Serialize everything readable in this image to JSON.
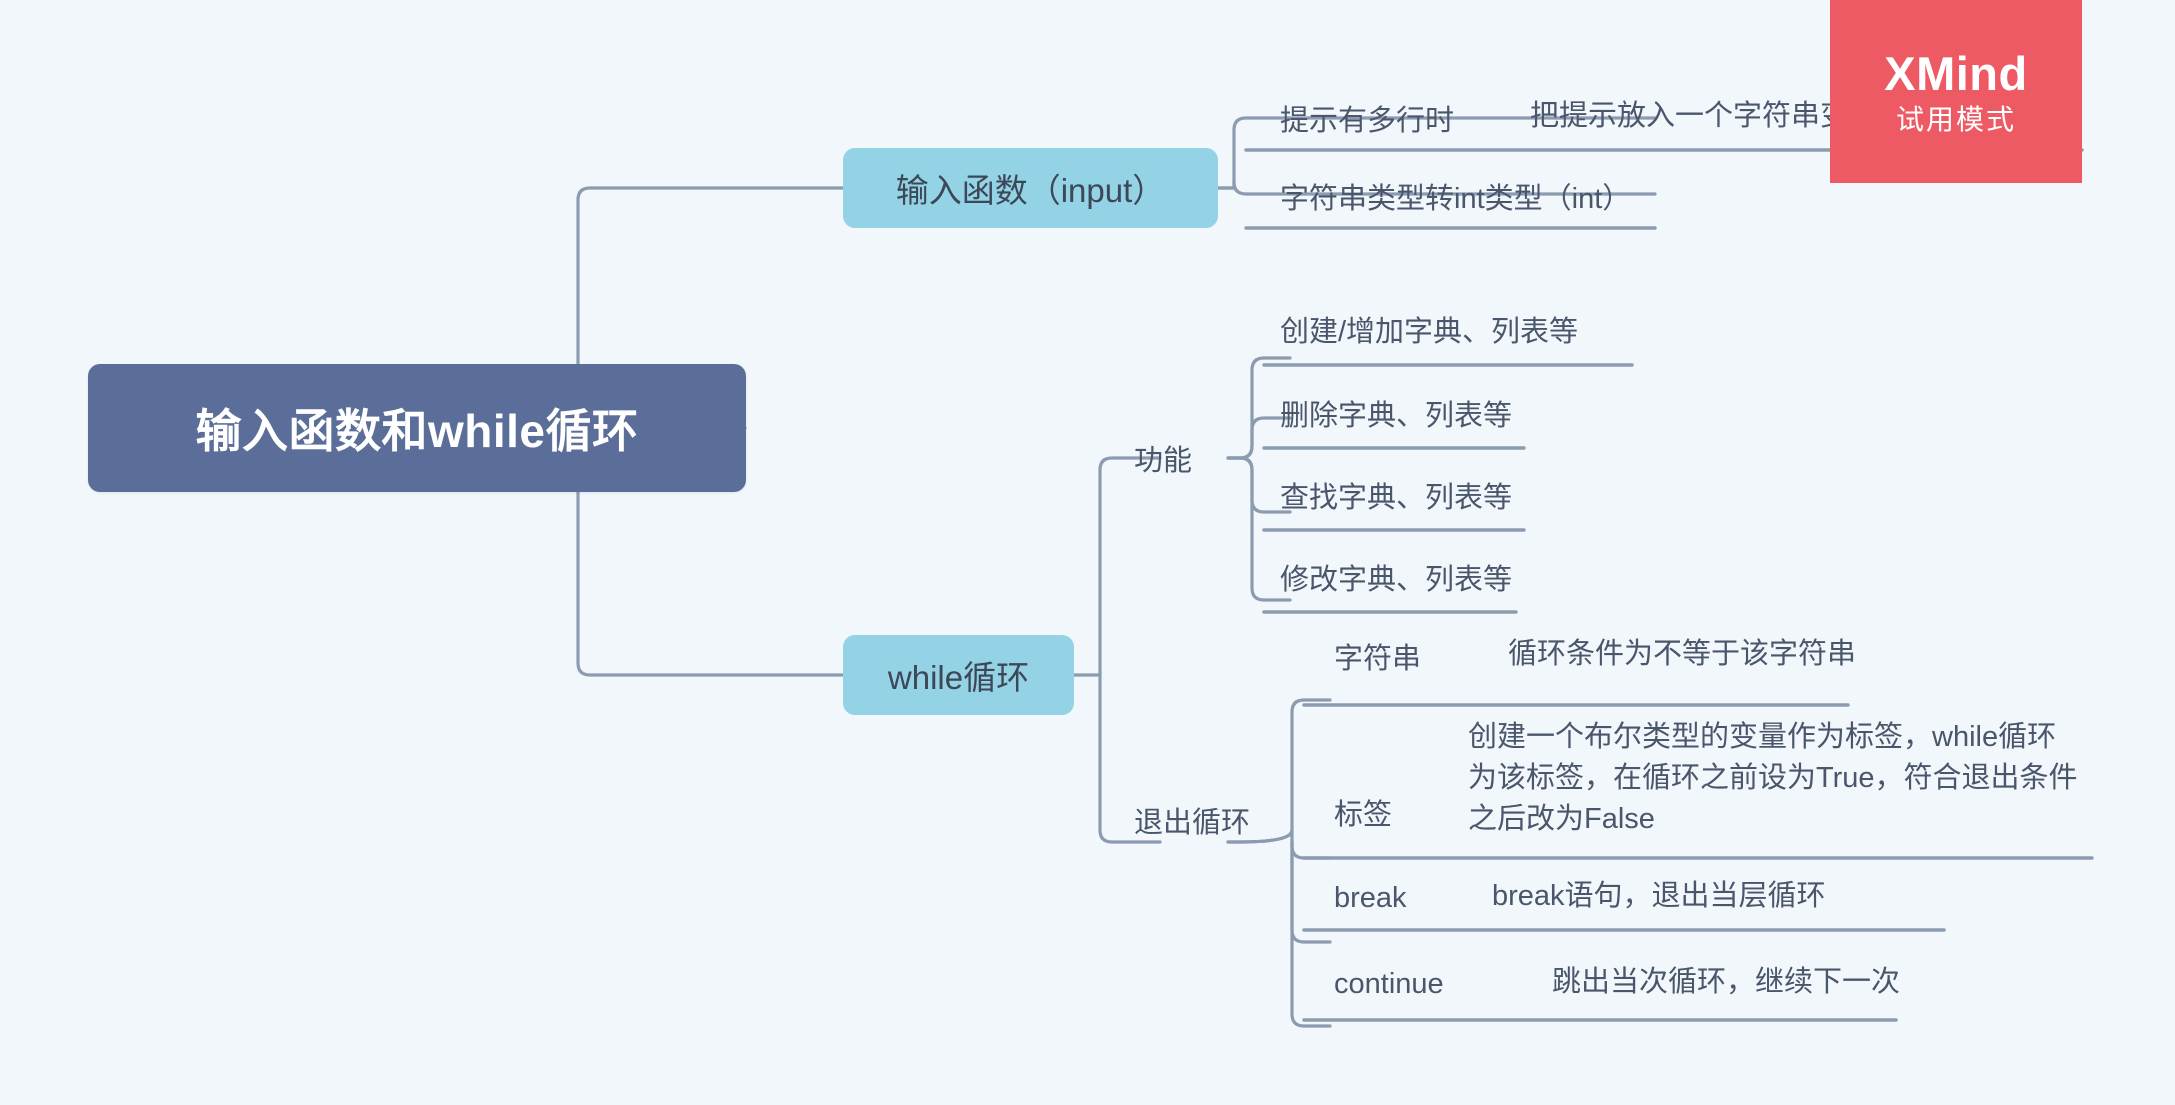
{
  "app": {
    "name": "XMind",
    "watermark_brand": "XMind",
    "watermark_mode": "试用模式",
    "watermark_color": "#ee5a63"
  },
  "theme": {
    "background": "#f2f7fb",
    "root_fill": "#5b6e99",
    "root_text": "#ffffff",
    "main_fill": "#94d2e5",
    "node_text": "#4a566b",
    "line": "#8b9bb0"
  },
  "mindmap": {
    "root": "输入函数和while循环",
    "branches": [
      {
        "label": "输入函数（input）",
        "children": [
          {
            "label": "提示有多行时",
            "detail": "把提示放入一个字符串变量"
          },
          {
            "label": "字符串类型转int类型（int）",
            "detail": ""
          }
        ]
      },
      {
        "label": "while循环",
        "children": [
          {
            "label": "功能",
            "detail": "",
            "children": [
              {
                "label": "创建/增加字典、列表等"
              },
              {
                "label": "删除字典、列表等"
              },
              {
                "label": "查找字典、列表等"
              },
              {
                "label": "修改字典、列表等"
              }
            ]
          },
          {
            "label": "退出循环",
            "detail": "",
            "children": [
              {
                "label": "字符串",
                "detail": "循环条件为不等于该字符串"
              },
              {
                "label": "标签",
                "detail": "创建一个布尔类型的变量作为标签，while循环\n为该标签，在循环之前设为True，符合退出条件\n之后改为False"
              },
              {
                "label": "break",
                "detail": "break语句，退出当层循环"
              },
              {
                "label": "continue",
                "detail": "跳出当次循环，继续下一次"
              }
            ]
          }
        ]
      }
    ]
  }
}
